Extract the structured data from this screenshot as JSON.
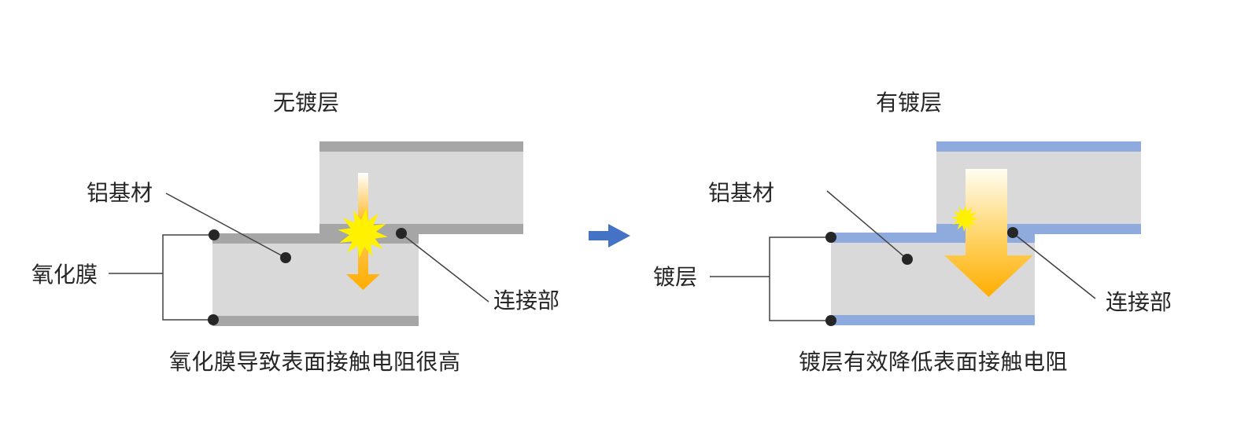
{
  "left_panel": {
    "title": "无镀层",
    "substrate_label": "铝基材",
    "coating_label": "氧化膜",
    "joint_label": "连接部",
    "caption": "氧化膜导致表面接触电阻很高"
  },
  "right_panel": {
    "title": "有镀层",
    "substrate_label": "铝基材",
    "coating_label": "镀层",
    "joint_label": "连接部",
    "caption": "镀层有效降低表面接触电阻"
  },
  "icons": {
    "transition": "right-arrow-icon",
    "left_spark": "spark-burst-icon",
    "left_current": "down-arrow-icon",
    "right_spark": "spark-burst-icon",
    "right_current": "large-down-arrow-icon"
  },
  "colors": {
    "substrate_fill": "#D9D9D9",
    "oxide_edge": "#A6A6A6",
    "plating_edge": "#8FAADC",
    "transition_arrow": "#4472C4",
    "current_orange": "#FFAD00",
    "spark_yellow": "#FFF100",
    "line": "#404040",
    "dot": "#262626",
    "text": "#262626"
  }
}
